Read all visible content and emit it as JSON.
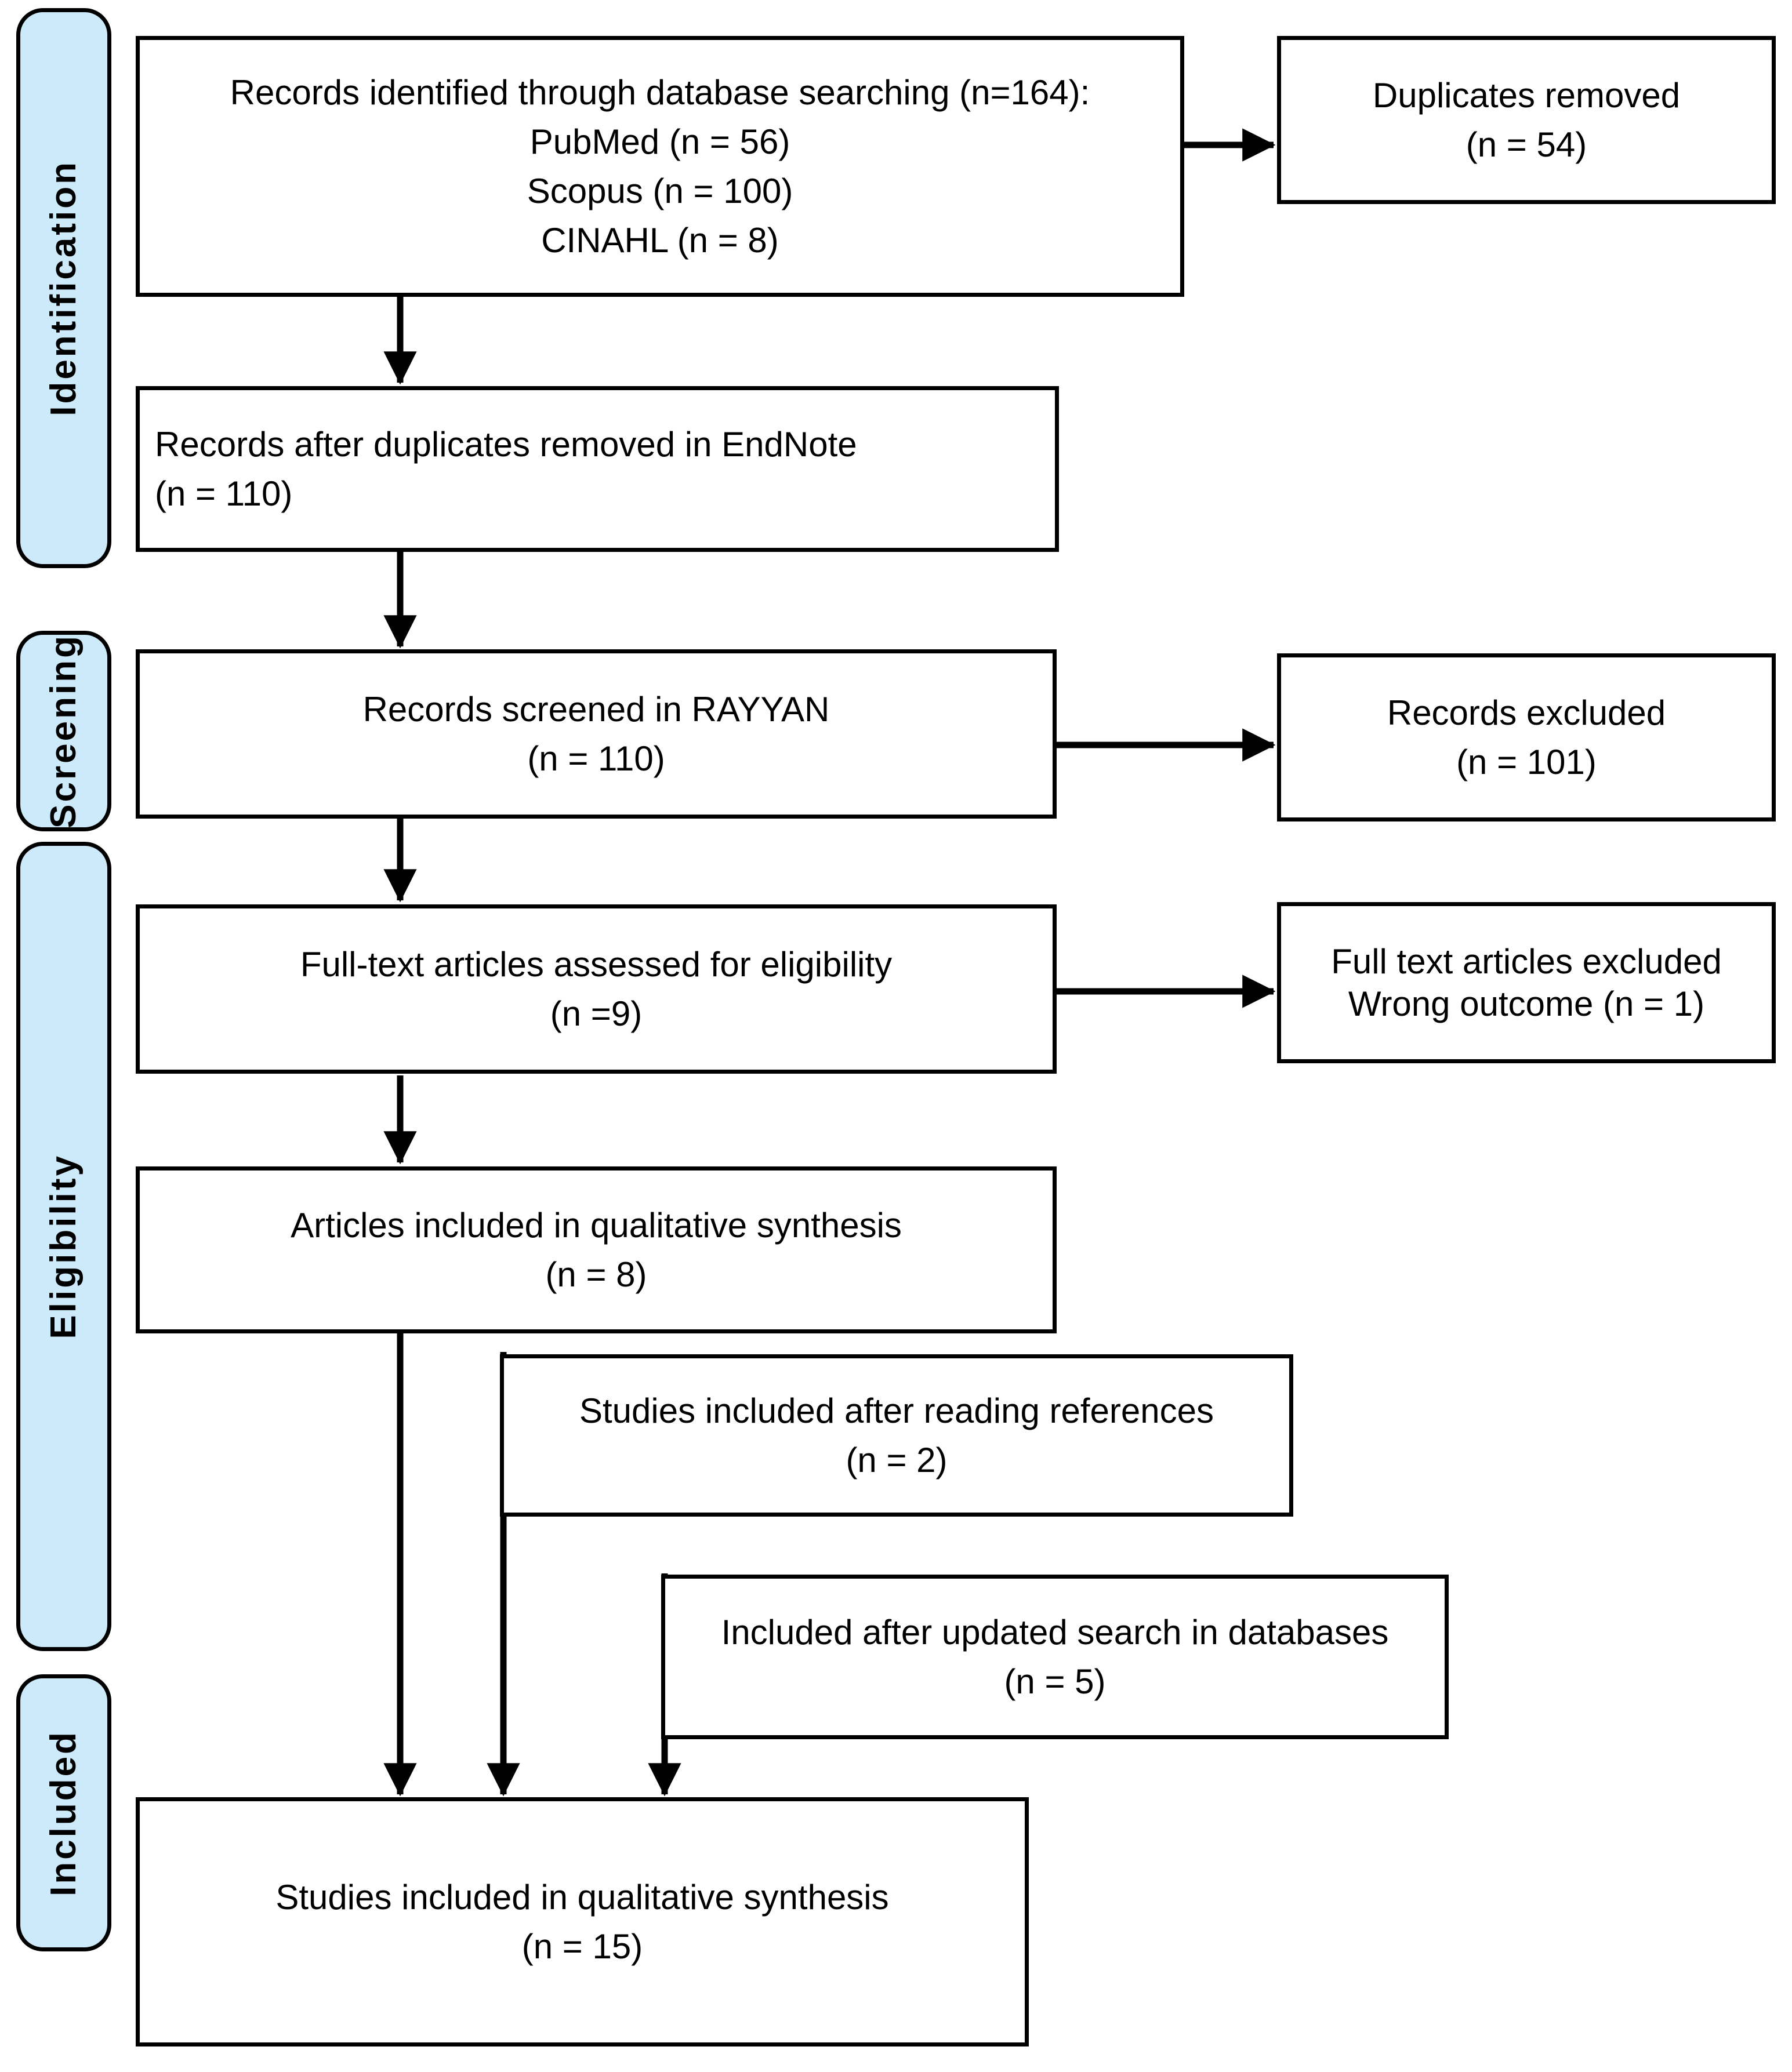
{
  "diagram": {
    "title": "PRISMA flow diagram",
    "colors": {
      "phase_fill": "#cdeafb",
      "stroke": "#000000",
      "node_fill": "#ffffff"
    }
  },
  "phases": [
    {
      "label": "Identification"
    },
    {
      "label": "Screening"
    },
    {
      "label": "Eligibility"
    },
    {
      "label": "Included"
    }
  ],
  "nodes": {
    "identified": {
      "lines": [
        "Records identified through database searching (n=164):",
        "PubMed (n = 56)",
        "Scopus (n = 100)",
        "CINAHL (n = 8)"
      ]
    },
    "duplicates_removed": {
      "lines": [
        "Duplicates removed",
        "(n = 54)"
      ]
    },
    "after_duplicates": {
      "lines": [
        "Records after duplicates removed in EndNote",
        "(n = 110)"
      ]
    },
    "screened": {
      "lines": [
        "Records screened in RAYYAN",
        "(n = 110)"
      ]
    },
    "records_excluded": {
      "lines": [
        "Records excluded",
        "(n = 101)"
      ]
    },
    "fulltext_assessed": {
      "lines": [
        "Full-text articles assessed for eligibility",
        "(n =9)"
      ]
    },
    "fulltext_excluded": {
      "lines": [
        "Full text articles excluded",
        "Wrong outcome (n = 1)"
      ]
    },
    "qualitative_articles": {
      "lines": [
        "Articles included in qualitative synthesis",
        "(n = 8)"
      ]
    },
    "reading_references": {
      "lines": [
        "Studies included after reading references",
        "(n = 2)"
      ]
    },
    "updated_search": {
      "lines": [
        "Included after updated search in databases",
        "(n = 5)"
      ]
    },
    "final_synthesis": {
      "lines": [
        "Studies included in qualitative synthesis",
        "(n = 15)"
      ]
    }
  },
  "chart_data": {
    "type": "diagram",
    "title": "PRISMA flow diagram",
    "stages": [
      {
        "phase": "Identification",
        "boxes": [
          {
            "label": "Records identified through database searching",
            "n": 164,
            "breakdown": [
              {
                "source": "PubMed",
                "n": 56
              },
              {
                "source": "Scopus",
                "n": 100
              },
              {
                "source": "CINAHL",
                "n": 8
              }
            ]
          },
          {
            "label": "Duplicates removed",
            "n": 54
          },
          {
            "label": "Records after duplicates removed in EndNote",
            "n": 110
          }
        ]
      },
      {
        "phase": "Screening",
        "boxes": [
          {
            "label": "Records screened in RAYYAN",
            "n": 110
          },
          {
            "label": "Records excluded",
            "n": 101
          }
        ]
      },
      {
        "phase": "Eligibility",
        "boxes": [
          {
            "label": "Full-text articles assessed for eligibility",
            "n": 9
          },
          {
            "label": "Full text articles excluded - Wrong outcome",
            "n": 1
          },
          {
            "label": "Articles included in qualitative synthesis",
            "n": 8
          },
          {
            "label": "Studies included after reading references",
            "n": 2
          },
          {
            "label": "Included after updated search in databases",
            "n": 5
          }
        ]
      },
      {
        "phase": "Included",
        "boxes": [
          {
            "label": "Studies included in qualitative synthesis",
            "n": 15
          }
        ]
      }
    ]
  }
}
